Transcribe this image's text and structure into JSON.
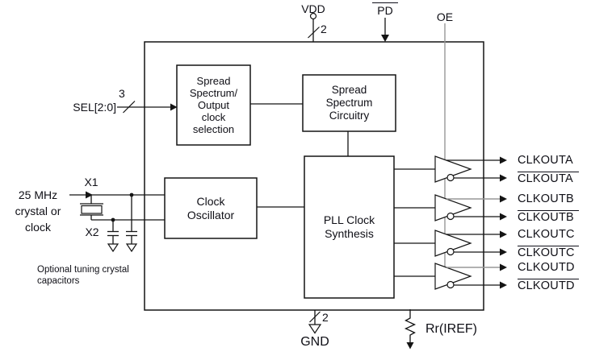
{
  "pins": {
    "vdd": {
      "label": "VDD",
      "bus_width": "2"
    },
    "pd": {
      "label": "PD",
      "active_low": true
    },
    "oe": {
      "label": "OE"
    },
    "sel": {
      "label": "SEL[2:0]",
      "bus_width": "3"
    },
    "gnd": {
      "label": "GND",
      "bus_width": "2"
    },
    "iref": {
      "label": "Rr(IREF)"
    }
  },
  "input_source": {
    "text": "25 MHz\ncrystal or\nclock"
  },
  "crystal": {
    "x1_label": "X1",
    "x2_label": "X2",
    "note": "Optional tuning crystal\ncapacitors"
  },
  "blocks": {
    "spread_spectrum_selection": {
      "text": "Spread\nSpectrum/\nOutput\nclock\nselection"
    },
    "spread_spectrum_circuitry": {
      "text": "Spread\nSpectrum\nCircuitry"
    },
    "clock_oscillator": {
      "text": "Clock\nOscillator"
    },
    "pll_clock_synthesis": {
      "text": "PLL Clock\nSynthesis"
    }
  },
  "outputs": [
    {
      "label": "CLKOUTA",
      "inverted": false
    },
    {
      "label": "CLKOUTA",
      "inverted": true
    },
    {
      "label": "CLKOUTB",
      "inverted": false
    },
    {
      "label": "CLKOUTB",
      "inverted": true
    },
    {
      "label": "CLKOUTC",
      "inverted": false
    },
    {
      "label": "CLKOUTC",
      "inverted": true
    },
    {
      "label": "CLKOUTD",
      "inverted": false
    },
    {
      "label": "CLKOUTD",
      "inverted": true
    }
  ],
  "colors": {
    "line": "#141414",
    "oe_line": "#979797",
    "text": "#10101a",
    "background": "#ffffff"
  }
}
